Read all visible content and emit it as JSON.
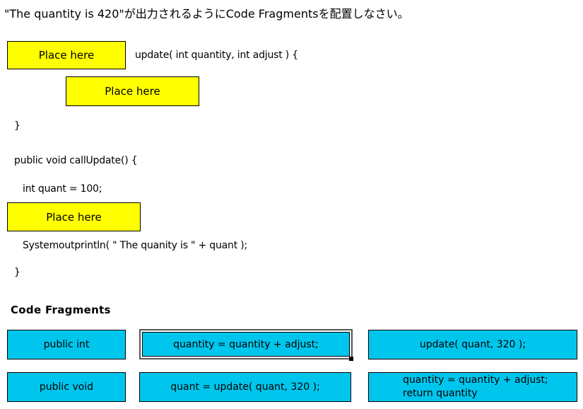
{
  "question": "\"The quantity is 420\"が出力されるようにCode Fragmentsを配置しなさい。",
  "slot_label": "Place here",
  "code": {
    "line1": "update( int quantity, int adjust ) {",
    "close1": "}",
    "line3": "public void callUpdate() {",
    "line4": "int quant = 100;",
    "line6": "Systemoutprintln( \" The quanity is \" + quant );",
    "close2": "}"
  },
  "fragments_title": "Code Fragments",
  "fragments": [
    "public int",
    "quantity = quantity + adjust;",
    "update( quant, 320 );",
    "public void",
    "quant = update( quant, 320 );",
    [
      "quantity = quantity + adjust;",
      "return quantity"
    ]
  ],
  "colors": {
    "slot": "#ffff00",
    "fragment": "#00c6ed"
  }
}
